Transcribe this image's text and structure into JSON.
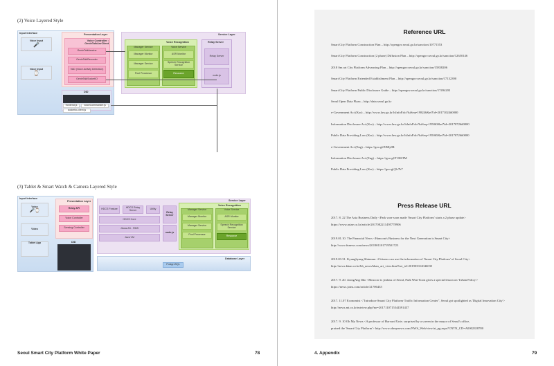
{
  "left_page": {
    "section2_title": "(2) Voice Layered Style",
    "diagram1": {
      "input_interface": "Input Interface",
      "voice_input_1": "Voice Input",
      "voice_input_2": "Voice Input",
      "presentation_layer": "Presentation Layer",
      "voice_controller": "Voice Controller : GenieTalkAsrClient",
      "controller_items": [
        "GenieTalkAsrzine",
        "GenieTalkRecorder",
        "VAD (Voice Activity Detection)",
        "GenieTalkSocketIO"
      ],
      "did": "DID",
      "did_items": [
        "frontend.js",
        "voiceCommander.js",
        "socketio-client.js"
      ],
      "service_layer": "Service Layer",
      "voice_recognition": "Voice Recognition",
      "manager_service": "Manager Service",
      "manager_items": [
        "Manager Monitor",
        "Manager Service",
        "Pool Processor"
      ],
      "voice_service": "Voice Service",
      "voice_items": [
        "ASR Monitor",
        "Speech Recognition Service",
        "Resource"
      ],
      "relay_server": "Relay Server",
      "relay_items": [
        "Relay Server",
        "node.js"
      ]
    },
    "section3_title": "(3) Tablet & Smart Watch & Camera Layered Style",
    "diagram2": {
      "input_interface": "Input Interface",
      "inputs": [
        "Voice",
        "Video",
        "Tablet App"
      ],
      "presentation_layer": "Presentation Layer",
      "presentation_items": [
        "Relay API",
        "Voice Controller",
        "Sensing Controller"
      ],
      "did": "DID",
      "service_layer": "Service Layer",
      "top_items": [
        "HDCS Feature",
        "HDCS Relay Server",
        "Utility"
      ],
      "stack_items": [
        "HDCS Core",
        "Jboss AS - RMS",
        "Java VM"
      ],
      "relay_server": "Relay Server",
      "node": "node.js",
      "voice_recognition": "Voice Recognition",
      "manager_service": "Manager Service",
      "manager_items": [
        "Manager Monitor",
        "Manager Service",
        "Pool Processor"
      ],
      "voice_service": "Voice Service",
      "voice_items": [
        "ASR Monitor",
        "Speech Recognition Service",
        "Resource"
      ],
      "database_layer": "Database Layer",
      "db": "PostgreSQL"
    },
    "footer_title": "Seoul Smart City Platform White Paper",
    "page_number": "78"
  },
  "right_page": {
    "reference_title": "Reference URL",
    "references": [
      "Smart City Platform Construction Plan – http://opengov.seoul.go.kr/sanction/10771553",
      "Smart City Platform Construction (2 phase) Diffusion Plan – http://opengov.seoul.go.kr/sanction/12650146",
      "2018 Sm art City Platform Advancing Plan – http://opengov.seoul.go.kr/sanction/15838206",
      "Smart City Platform Extended Establishment Plan – http://opengov.seoul.go.kr/sanction/17132390",
      "Smart City Platform Public Disclosure Guide – http://opengov.seoul.go.kr/sanction/17494203",
      "Seoul Open Data Plaza – http://data.seoul.go.kr",
      "e-Government Act (Kor) – http://www.law.go.kr/lsInfoP.do?lsiSeq=198246&efYd=20171024#0000",
      "Information Disclosure Act (Kor) – http://www.law.go.kr/lsInfoP.do?lsiSeq=195063&efYd=20170726#0000",
      "Public Data Providing Law (Kor) – http://www.law.go.kr/lsInfoP.do?lsiSeq=195065&efYd=20170726#0000",
      "e-Government Act (Eng) – https://goo.gl/ZB8y8R",
      "Information Disclosure Act (Eng) – https://goo.gl/T1H6TM",
      "Public Data Providing Law (Kor) – https://goo.gl/j5r7h7"
    ],
    "press_title": "Press Release URL",
    "press": [
      [
        "2017. 8. 22 The Asia Business Daily <Park won-soon made 'Smart City Platform' starts a 2 phase update>",
        "https://www.asiae.co.kr/article/2017082211495778906"
      ],
      [
        "2019.01.10. The Financial News <Hancom's Business for the Next Generation is Smart City>",
        "http://www.fnnews.com/news/201901101719501723"
      ],
      [
        "2019.03.31. Kyunghyang Shinmun <Citizens can use the information of 'Smart City Platform' of Seoul City>",
        "http://news.khan.co.kr/kh_news/khan_art_view.html?art_id=201903312046035"
      ],
      [
        "2017. 9. 20. JoongAng Ilbo <Moscow is jealous of Seoul, Park Won-Soon gives a special lesson on 'Urban Policy'>",
        "https://news.joins.com/article/21706435"
      ],
      [
        "2017. 11.07 Economist <\"Introduce Smart City Platform·Traffic Information Center\", Seoul got spotlighted as 'Digital Innovation City'>",
        "http://news.mt.co.kr/mtview.php?no=2017110715544591437"
      ],
      [
        "2017. 9. 10 Oh My News <A professor of Harvard Univ. surprised by a screen in the mayor of Seoul's office,",
        "praised the 'Smart City Platform'> http://www.ohmynews.com/NWS_Web/view/at_pg.aspx?CNTN_CD=A0002358780"
      ]
    ],
    "footer_title": "4. Appendix",
    "page_number": "79"
  }
}
